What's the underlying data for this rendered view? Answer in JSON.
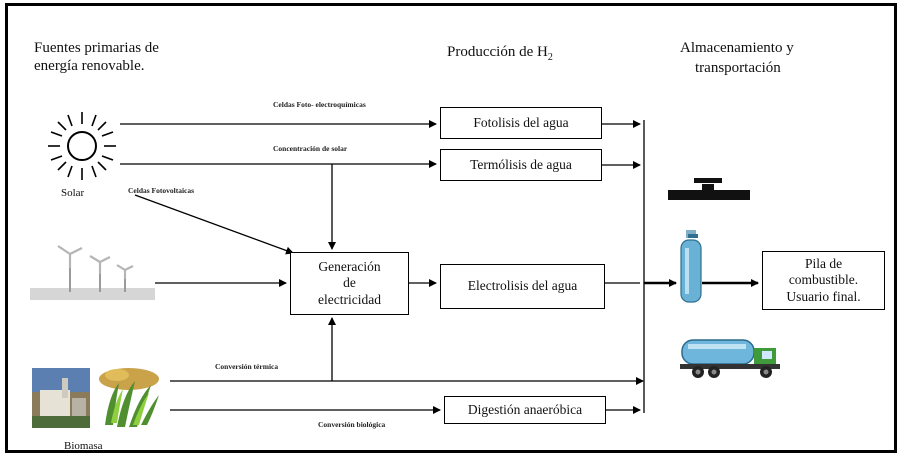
{
  "headers": {
    "sources_line1": "Fuentes primarias de",
    "sources_line2": "energía renovable.",
    "production": "Producción de H",
    "production_sub": "2",
    "storage_line1": "Almacenamiento y",
    "storage_line2": "transportación"
  },
  "arrow_labels": {
    "photoelectrochemical": "Celdas Foto- electroquímicas",
    "solar_concentration": "Concentración de solar",
    "photovoltaic": "Celdas Fotovoltaicas",
    "thermal_conversion": "Conversión térmica",
    "biological_conversion": "Conversión biológica"
  },
  "sources": {
    "solar": "Solar",
    "biomass": "Biomasa"
  },
  "boxes": {
    "photolysis": "Fotolisis del agua",
    "thermolysis": "Termólisis de agua",
    "generation_line1": "Generación",
    "generation_line2": "de",
    "generation_line3": "electricidad",
    "electrolysis": "Electrolisis del agua",
    "digestion": "Digestión anaeróbica",
    "fuel_cell_line1": "Pila de",
    "fuel_cell_line2": "combustible.",
    "fuel_cell_line3": "Usuario final."
  },
  "icons": [
    "sun-icon",
    "wind-turbines-icon",
    "biomass-plant-icon",
    "biomass-crop-icon",
    "pipeline-valve-icon",
    "gas-cylinder-icon",
    "tanker-truck-icon"
  ]
}
